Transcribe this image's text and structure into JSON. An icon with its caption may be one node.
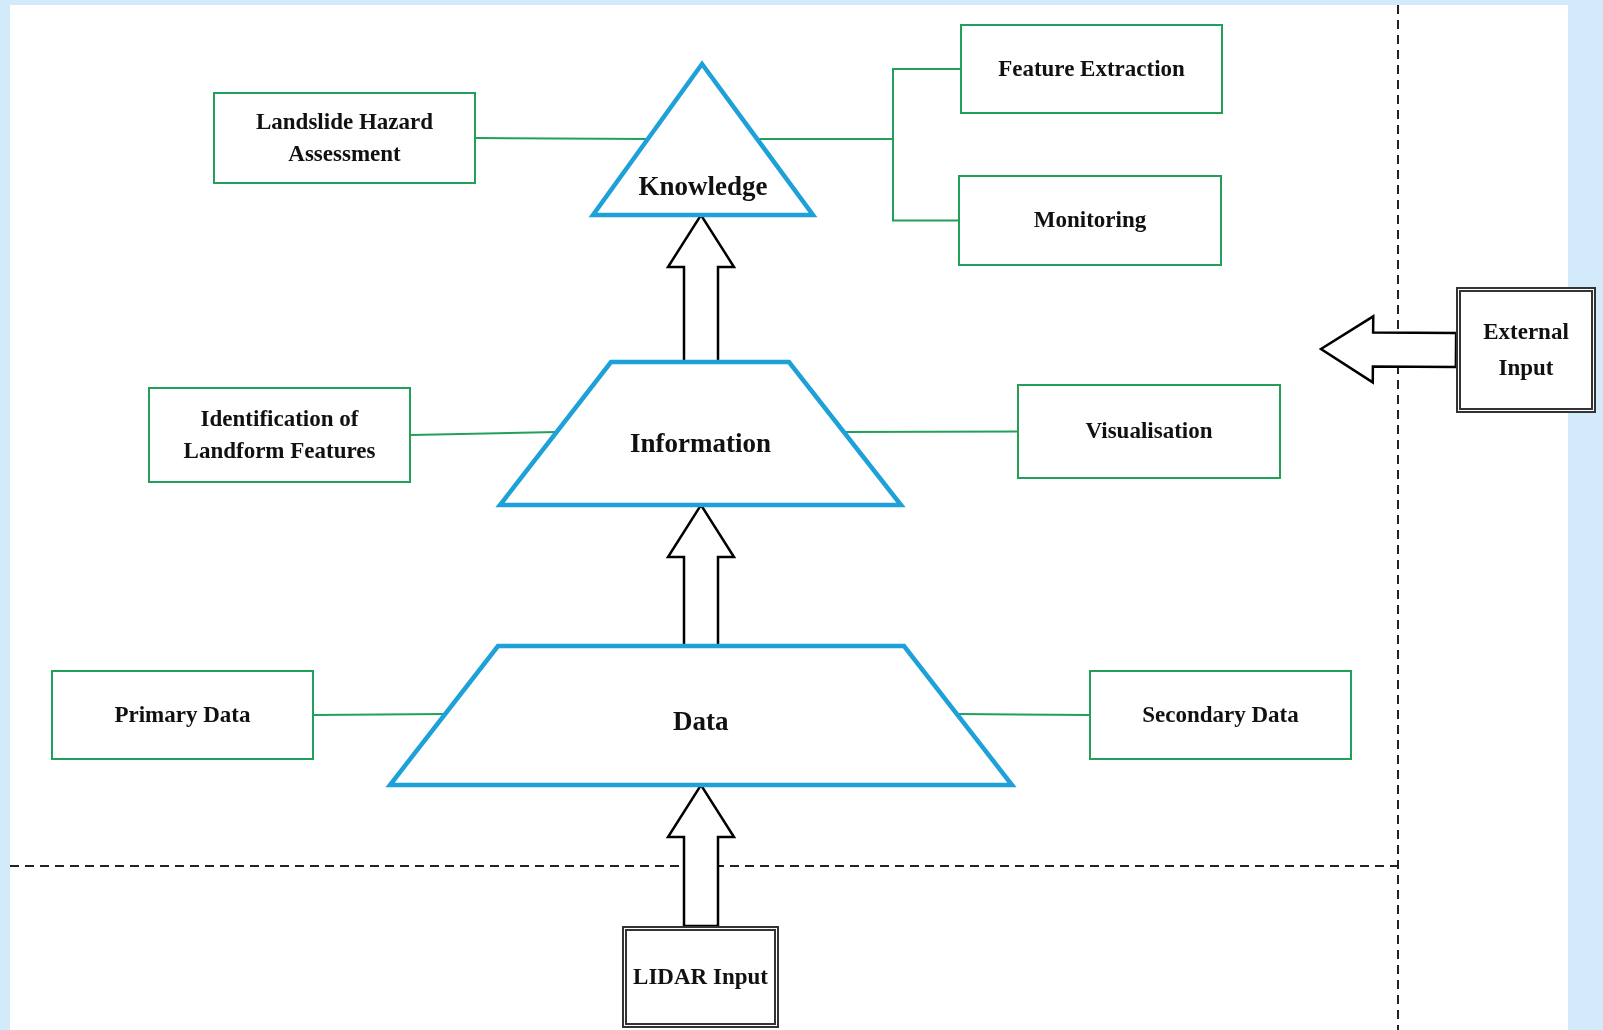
{
  "diagram": {
    "nodes": [
      {
        "text": [
          "Feature Extraction"
        ]
      },
      {
        "text": [
          "Landslide Hazard Assessment"
        ]
      },
      {
        "text": [
          "Knowledge"
        ]
      },
      {
        "text": [
          "Monitoring"
        ]
      },
      {
        "text": [
          "External Input"
        ]
      },
      {
        "text": [
          "Identification of Landform Features"
        ]
      },
      {
        "text": [
          "Information"
        ]
      },
      {
        "text": [
          "Visualisation"
        ]
      },
      {
        "text": [
          "Primary Data"
        ]
      },
      {
        "text": [
          "Data"
        ]
      },
      {
        "text": [
          "Secondary Data"
        ]
      },
      {
        "text": [
          "LIDAR Input"
        ]
      }
    ],
    "edges": [
      {
        "from": 1,
        "to": 2,
        "arrow": "none"
      },
      {
        "from": 2,
        "to": 0,
        "arrow": "none"
      },
      {
        "from": 2,
        "to": 3,
        "arrow": "none"
      },
      {
        "from": 5,
        "to": 6,
        "arrow": "none"
      },
      {
        "from": 6,
        "to": 7,
        "arrow": "none"
      },
      {
        "from": 8,
        "to": 9,
        "arrow": "none"
      },
      {
        "from": 9,
        "to": 10,
        "arrow": "none"
      },
      {
        "from": 11,
        "to": 9,
        "arrow": "to",
        "style": "thick",
        "color": "#000000"
      },
      {
        "from": 9,
        "to": 6,
        "arrow": "to",
        "style": "thick",
        "color": "#000000"
      },
      {
        "from": 6,
        "to": 2,
        "arrow": "to",
        "style": "thick",
        "color": "#000000"
      },
      {
        "from": 4,
        "to": null,
        "arrow": "to",
        "style": "thick",
        "color": "#000000"
      }
    ]
  }
}
